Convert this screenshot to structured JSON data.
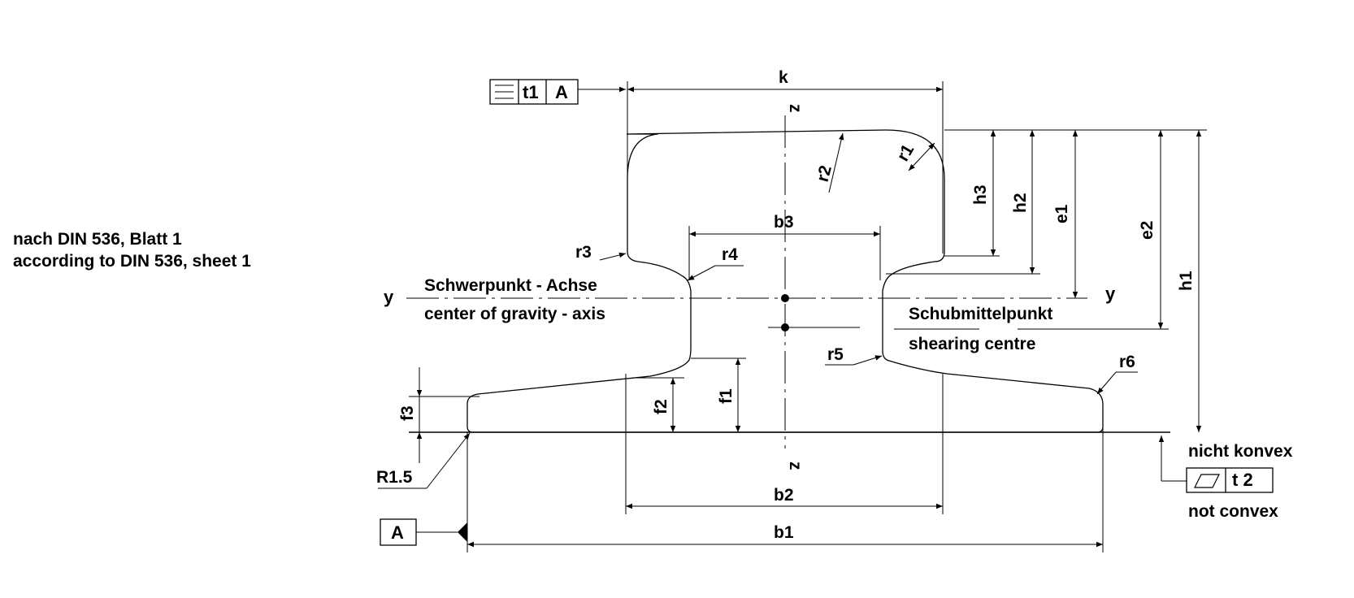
{
  "note": {
    "line1": "nach DIN 536, Blatt 1",
    "line2": "according to DIN 536, sheet 1"
  },
  "axes": {
    "y_left": "y",
    "y_right": "y",
    "z_top": "z",
    "z_bottom": "z",
    "gravity_de": "Schwerpunkt - Achse",
    "gravity_en": "center of gravity - axis",
    "shear_de": "Schubmittelpunkt",
    "shear_en": "shearing centre"
  },
  "dims": {
    "k": "k",
    "b3": "b3",
    "b2": "b2",
    "b1": "b1",
    "h1": "h1",
    "h2": "h2",
    "h3": "h3",
    "e1": "e1",
    "e2": "e2",
    "f1": "f1",
    "f2": "f2",
    "f3": "f3"
  },
  "radii": {
    "r1": "r1",
    "r2": "r2",
    "r3": "r3",
    "r4": "r4",
    "r5": "r5",
    "r6": "r6",
    "r15": "R1.5"
  },
  "tolerance": {
    "flatness_value": "t1",
    "flatness_datum": "A",
    "datum": "A",
    "convex_value": "t 2",
    "not_convex_de": "nicht konvex",
    "not_convex_en": "not convex"
  }
}
